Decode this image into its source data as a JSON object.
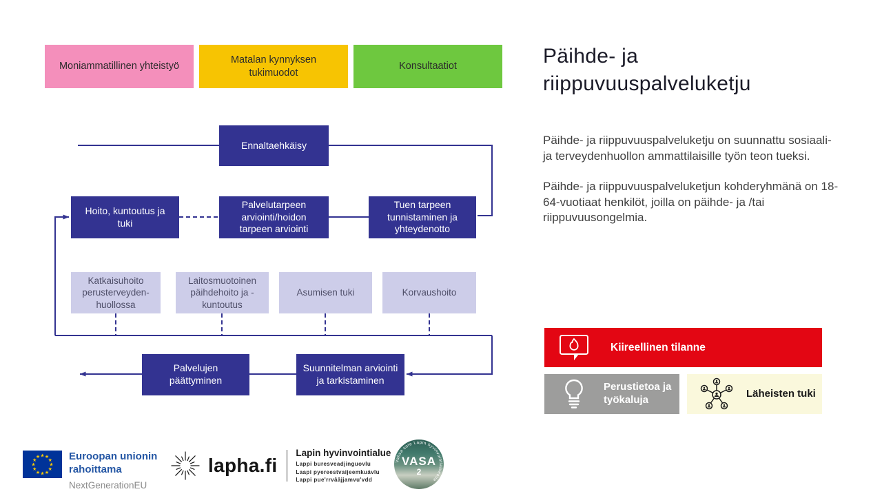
{
  "legend": {
    "items": [
      {
        "label": "Moniammatillinen yhteistyö",
        "color": "#F48FBB"
      },
      {
        "label": "Matalan kynnyksen tukimuodot",
        "color": "#F7C402"
      },
      {
        "label": "Konsultaatiot",
        "color": "#6EC83F"
      }
    ]
  },
  "flowchart": {
    "colors": {
      "primary": "#333391",
      "secondary": "#CDCDE9",
      "line": "#333391"
    },
    "nodes": {
      "ennaltaehkaisy": "Ennaltaehkäisy",
      "hoito": "Hoito, kuntoutus ja tuki",
      "palvelutarpeen": "Palvelutarpeen arviointi/hoidon tarpeen arviointi",
      "tuen_tarpeen": "Tuen tarpeen tunnistaminen ja yhteydenotto",
      "katkaisuhoito": "Katkaisuhoito perusterveyden- huollossa",
      "laitosmuotoinen": "Laitosmuotoinen päihdehoito ja -kuntoutus",
      "asumisen_tuki": "Asumisen tuki",
      "korvaushoito": "Korvaushoito",
      "palvelujen_paattyminen": "Palvelujen päättyminen",
      "suunnitelman_arviointi": "Suunnitelman arviointi ja tarkistaminen"
    }
  },
  "panel": {
    "title": "Päihde- ja riippuvuuspalveluketju",
    "paragraph1": "Päihde- ja riippuvuuspalveluketju on suunnattu sosiaali- ja terveydenhuollon ammattilaisille työn teon tueksi.",
    "paragraph2": "Päihde- ja riippuvuuspalveluketjun kohderyhmänä on 18-64-vuotiaat henkilöt, joilla on päihde- ja /tai riippuvuusongelmia."
  },
  "buttons": {
    "urgent": {
      "label": "Kiireellinen tilanne",
      "color": "#E30613",
      "icon": "flame-chat-icon"
    },
    "info": {
      "label": "Perustietoa ja työkaluja",
      "color": "#9D9D9C",
      "icon": "lightbulb-icon"
    },
    "relatives": {
      "label": "Läheisten tuki",
      "color": "#FAF8DC",
      "icon": "people-network-icon"
    }
  },
  "footer": {
    "eu": {
      "funded_line1": "Euroopan unionin",
      "funded_line2": "rahoittama",
      "program": "NextGenerationEU"
    },
    "lapha": {
      "name": "lapha.fi",
      "region_title": "Lapin hyvinvointialue",
      "region_sub1": "Lappi buresveadjinguovlu",
      "region_sub2": "Laapi pyereestvaijeemkuávlu",
      "region_sub3": "Lappi pue'rrvââjjamvu'vdd"
    },
    "vasa": {
      "word": "VASA",
      "number": "2",
      "ring_text": "Vahva sote Lapin hyvinvointialueelle"
    }
  }
}
